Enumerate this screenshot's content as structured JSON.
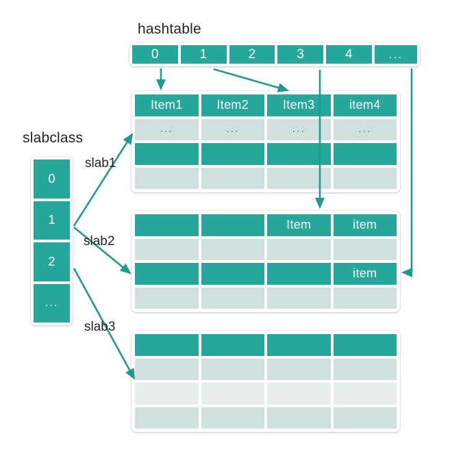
{
  "labels": {
    "hashtable": "hashtable",
    "slabclass": "slabclass",
    "slab1": "slab1",
    "slab2": "slab2",
    "slab3": "slab3"
  },
  "colors": {
    "teal": "#25a79c",
    "light_teal": "#cfe0de",
    "lighter_teal": "#e7efee",
    "arrow": "#20998f",
    "text": "#231f20",
    "cell_text": "#ffffff"
  },
  "hashtable": {
    "cells": [
      "0",
      "1",
      "2",
      "3",
      "4",
      "..."
    ]
  },
  "slabclass": {
    "cells": [
      "0",
      "1",
      "2",
      "..."
    ]
  },
  "slab_tables": [
    {
      "name": "slab1-table",
      "rows": [
        {
          "style": "dark",
          "cells": [
            "Item1",
            "Item2",
            "Item3",
            "item4"
          ]
        },
        {
          "style": "light",
          "cells": [
            "...",
            "...",
            "...",
            "..."
          ]
        },
        {
          "style": "dark",
          "cells": [
            "",
            "",
            "",
            ""
          ]
        },
        {
          "style": "light",
          "cells": [
            "",
            "",
            "",
            ""
          ]
        }
      ]
    },
    {
      "name": "slab2-table",
      "rows": [
        {
          "style": "dark",
          "cells": [
            "",
            "",
            "Item",
            "item"
          ]
        },
        {
          "style": "light",
          "cells": [
            "",
            "",
            "",
            ""
          ]
        },
        {
          "style": "dark",
          "cells": [
            "",
            "",
            "",
            "item"
          ]
        },
        {
          "style": "light",
          "cells": [
            "",
            "",
            "",
            ""
          ]
        }
      ]
    },
    {
      "name": "slab3-table",
      "rows": [
        {
          "style": "dark",
          "cells": [
            "",
            "",
            "",
            ""
          ]
        },
        {
          "style": "light",
          "cells": [
            "",
            "",
            "",
            ""
          ]
        },
        {
          "style": "lighter",
          "cells": [
            "",
            "",
            "",
            ""
          ]
        },
        {
          "style": "light",
          "cells": [
            "",
            "",
            "",
            ""
          ]
        }
      ]
    }
  ],
  "connectors": [
    {
      "name": "hash0-to-item1",
      "from": "hashtable cell 0",
      "to": "slab1 table Item1 column"
    },
    {
      "name": "hash1-to-item3",
      "from": "hashtable cell 1",
      "to": "slab1 table Item3 column"
    },
    {
      "name": "hash3-to-slab2item",
      "from": "hashtable cell 3",
      "to": "slab2 table Item cell"
    },
    {
      "name": "hashdots-to-slab2",
      "from": "hashtable cell ...",
      "to": "slab2 table item cell row 3"
    },
    {
      "name": "slabclass1-to-slab1",
      "from": "slabclass cell 1",
      "to": "slab1 table"
    },
    {
      "name": "slabclass1-to-slab2",
      "from": "slabclass cell 1",
      "to": "slab2 table"
    },
    {
      "name": "slabclass2-to-slab3",
      "from": "slabclass cell 2",
      "to": "slab3 table"
    }
  ]
}
